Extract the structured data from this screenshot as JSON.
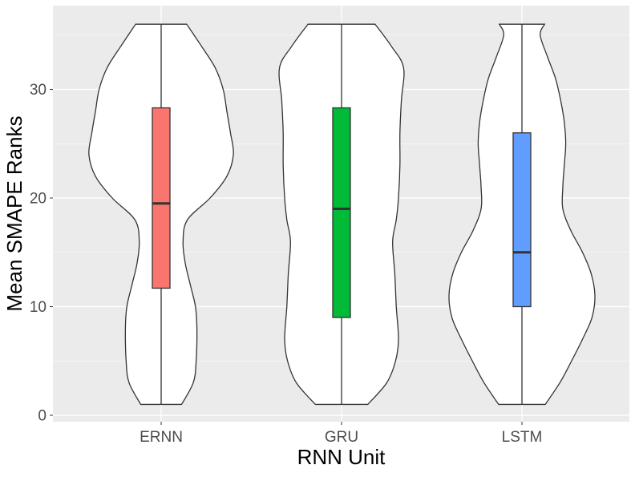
{
  "chart_data": {
    "type": "violin",
    "title": "",
    "xlabel": "RNN Unit",
    "ylabel": "Mean SMAPE Ranks",
    "categories": [
      "ERNN",
      "GRU",
      "LSTM"
    ],
    "y_ticks": [
      0,
      10,
      20,
      30
    ],
    "y_tick_labels": [
      "0",
      "10",
      "20",
      "30"
    ],
    "ylim": [
      -0.5,
      37.8
    ],
    "grid": true,
    "legend": "none",
    "colors": [
      "#F8766D",
      "#00BA38",
      "#619CFF"
    ],
    "series": [
      {
        "category": "ERNN",
        "min": 1,
        "q1": 11.7,
        "median": 19.5,
        "q3": 28.3,
        "max": 36,
        "density_profile": [
          [
            1,
            0.28
          ],
          [
            3,
            0.44
          ],
          [
            5,
            0.48
          ],
          [
            8,
            0.49
          ],
          [
            10,
            0.47
          ],
          [
            12,
            0.4
          ],
          [
            14,
            0.33
          ],
          [
            16,
            0.3
          ],
          [
            18,
            0.36
          ],
          [
            20,
            0.67
          ],
          [
            22,
            0.9
          ],
          [
            24,
            0.99
          ],
          [
            26,
            0.95
          ],
          [
            28,
            0.9
          ],
          [
            30,
            0.85
          ],
          [
            32,
            0.74
          ],
          [
            34,
            0.55
          ],
          [
            36,
            0.35
          ]
        ]
      },
      {
        "category": "GRU",
        "min": 1,
        "q1": 9,
        "median": 19,
        "q3": 28.3,
        "max": 36,
        "density_profile": [
          [
            1,
            0.36
          ],
          [
            3,
            0.62
          ],
          [
            5,
            0.74
          ],
          [
            7,
            0.78
          ],
          [
            10,
            0.75
          ],
          [
            13,
            0.73
          ],
          [
            16,
            0.7
          ],
          [
            18,
            0.75
          ],
          [
            20,
            0.78
          ],
          [
            23,
            0.8
          ],
          [
            26,
            0.8
          ],
          [
            29,
            0.82
          ],
          [
            32,
            0.85
          ],
          [
            34,
            0.68
          ],
          [
            36,
            0.46
          ]
        ]
      },
      {
        "category": "LSTM",
        "min": 1,
        "q1": 10,
        "median": 15,
        "q3": 26,
        "max": 36,
        "density_profile": [
          [
            1,
            0.32
          ],
          [
            3,
            0.52
          ],
          [
            5,
            0.68
          ],
          [
            7,
            0.83
          ],
          [
            9,
            0.96
          ],
          [
            11,
            1.0
          ],
          [
            13,
            0.95
          ],
          [
            15,
            0.83
          ],
          [
            17,
            0.67
          ],
          [
            19,
            0.56
          ],
          [
            21,
            0.56
          ],
          [
            23,
            0.58
          ],
          [
            25,
            0.6
          ],
          [
            27,
            0.58
          ],
          [
            29,
            0.53
          ],
          [
            31,
            0.46
          ],
          [
            33,
            0.35
          ],
          [
            35,
            0.25
          ],
          [
            36,
            0.31
          ]
        ]
      }
    ]
  }
}
